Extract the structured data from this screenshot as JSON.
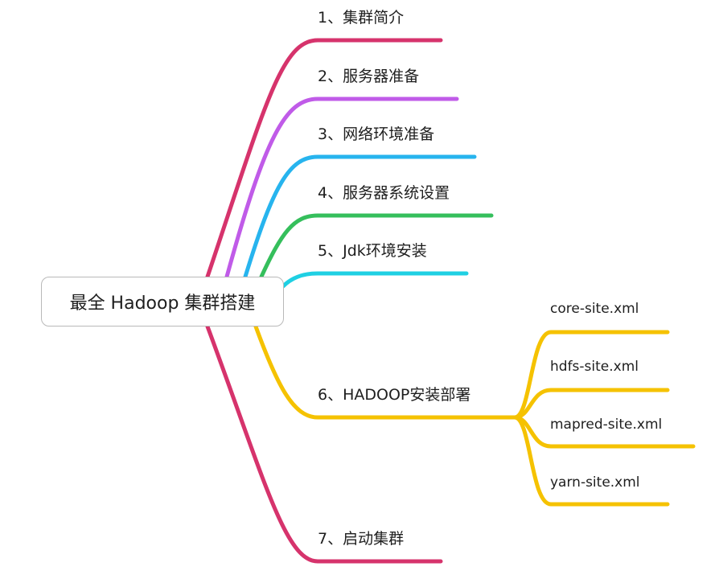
{
  "central_topic": "最全 Hadoop 集群搭建",
  "topics": [
    {
      "label": "1、集群简介",
      "color": "#d6336c"
    },
    {
      "label": "2、服务器准备",
      "color": "#c05be8"
    },
    {
      "label": "3、网络环境准备",
      "color": "#27b4ee"
    },
    {
      "label": "4、服务器系统设置",
      "color": "#35bf5c"
    },
    {
      "label": "5、Jdk环境安装",
      "color": "#1fd0e3"
    },
    {
      "label": "6、HADOOP安装部署",
      "color": "#f5c200",
      "children": [
        "core-site.xml",
        "hdfs-site.xml",
        "mapred-site.xml",
        "yarn-site.xml"
      ]
    },
    {
      "label": "7、启动集群",
      "color": "#d6336c"
    }
  ]
}
